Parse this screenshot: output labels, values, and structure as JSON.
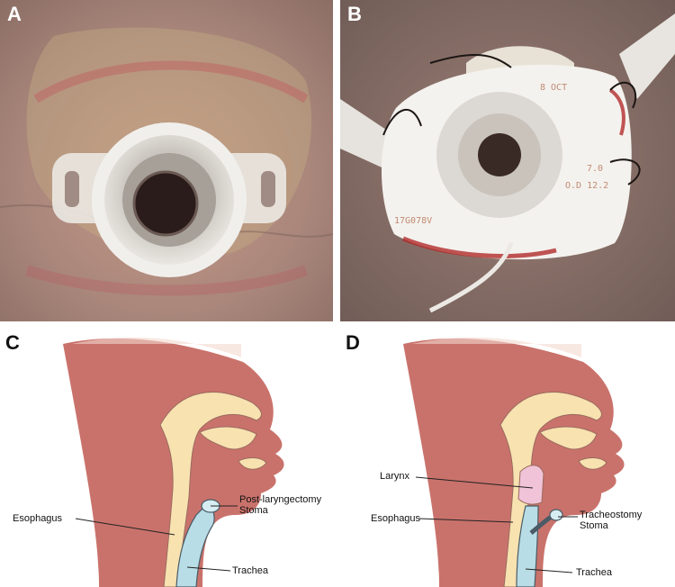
{
  "panels": {
    "a": {
      "letter": "A"
    },
    "b": {
      "letter": "B",
      "flange_text": {
        "date": "8 OCT",
        "size_top": "7.0",
        "size_od": "O.D 12.2",
        "lot": "17G078V"
      }
    },
    "c": {
      "letter": "C",
      "labels": {
        "esophagus": "Esophagus",
        "stoma": "Post-laryngectomy Stoma",
        "trachea": "Trachea"
      }
    },
    "d": {
      "letter": "D",
      "labels": {
        "larynx": "Larynx",
        "esophagus": "Esophagus",
        "stoma": "Tracheostomy Stoma",
        "trachea": "Trachea"
      }
    }
  },
  "colors": {
    "skin": "#c9726b",
    "skin_light": "#f3d8cf",
    "esophagus": "#f7e2b0",
    "stoma_tube": "#b9dde6",
    "larynx": "#f1c3d8"
  }
}
